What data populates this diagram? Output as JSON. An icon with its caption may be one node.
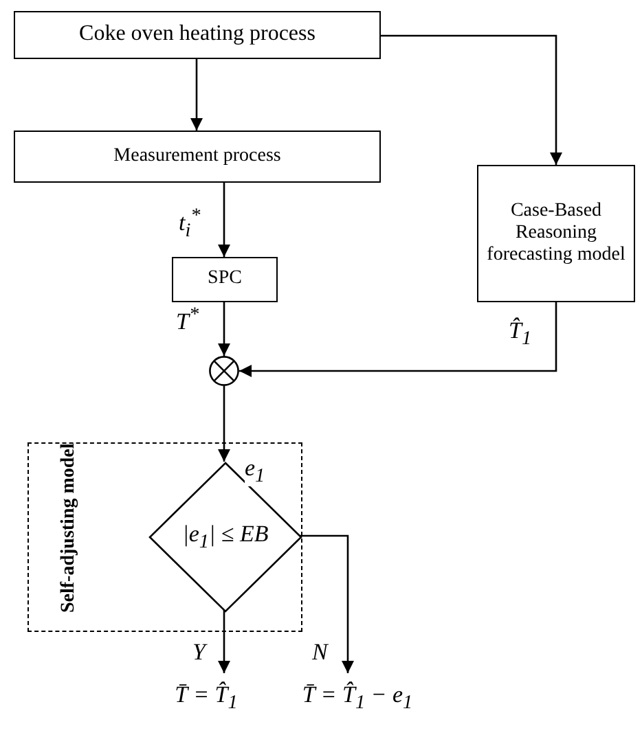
{
  "diagram": {
    "nodes": [
      {
        "text": [
          "Coke oven heating process"
        ]
      },
      {
        "text": [
          "Measurement process"
        ]
      },
      {
        "text": [
          "SPC"
        ]
      },
      {
        "text": [
          "Case-Based Reasoning forecasting model"
        ]
      },
      {
        "text": [],
        "shape": "circle"
      },
      {
        "text": [
          "Self-adjusting model"
        ]
      },
      {
        "text": [
          "|e$_{1}$| ≤ EB"
        ],
        "in": 5
      },
      {
        "text": [
          "T̄ = T̂$_{1}$"
        ]
      },
      {
        "text": [
          "T̄ = T̂$_{1}$ − e$_{1}$"
        ]
      }
    ],
    "edges": [
      {
        "from": 0,
        "to": 1,
        "arrow": "to"
      },
      {
        "from": 0,
        "to": 3,
        "arrow": "to"
      },
      {
        "from": 1,
        "to": 2,
        "arrow": "to",
        "label": "t$_{i}$$^{*}$"
      },
      {
        "from": 2,
        "to": 4,
        "arrow": "to",
        "label": "T$^{*}$"
      },
      {
        "from": 3,
        "to": 4,
        "arrow": "to",
        "label": "T̂$_{1}$"
      },
      {
        "from": 4,
        "to": 6,
        "arrow": "to",
        "label": "e$_{1}$"
      },
      {
        "from": 6,
        "to": 7,
        "arrow": "to",
        "label": "Y"
      },
      {
        "from": 6,
        "to": 8,
        "arrow": "to",
        "label": "N"
      }
    ]
  }
}
